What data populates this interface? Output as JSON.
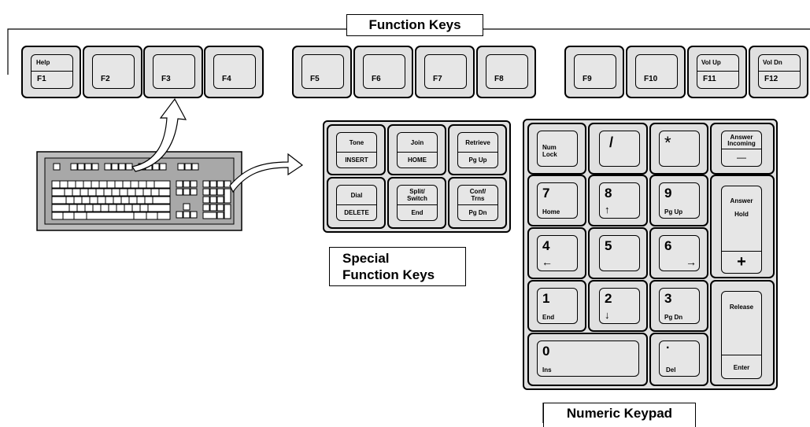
{
  "labels": {
    "function_keys": "Function Keys",
    "special_line1": "Special",
    "special_line2": "Function Keys",
    "numeric_keypad": "Numeric Keypad"
  },
  "function_keys": {
    "f1_top": "Help",
    "f1": "F1",
    "f2": "F2",
    "f3": "F3",
    "f4": "F4",
    "f5": "F5",
    "f6": "F6",
    "f7": "F7",
    "f8": "F8",
    "f9": "F9",
    "f10": "F10",
    "f11_top": "Vol Up",
    "f11": "F11",
    "f12_top": "Vol Dn",
    "f12": "F12"
  },
  "special_keys": {
    "tone": "Tone",
    "insert": "INSERT",
    "join": "Join",
    "home": "HOME",
    "retrieve": "Retrieve",
    "pgup": "Pg Up",
    "dial": "Dial",
    "delete": "DELETE",
    "split1": "Split/",
    "split2": "Switch",
    "end": "End",
    "conf1": "Conf/",
    "conf2": "Trns",
    "pgdn": "Pg Dn"
  },
  "keypad": {
    "numlock1": "Num",
    "numlock2": "Lock",
    "slash": "/",
    "star": "*",
    "answer_incoming1": "Answer",
    "answer_incoming2": "Incoming",
    "minus": "—",
    "k7": "7",
    "home": "Home",
    "k8": "8",
    "up": "↑",
    "k9": "9",
    "pgup": "Pg Up",
    "answer_hold1": "Answer",
    "answer_hold2": "Hold",
    "plus": "+",
    "k4": "4",
    "left": "←",
    "k5": "5",
    "k6": "6",
    "right": "→",
    "k1": "1",
    "end": "End",
    "k2": "2",
    "down": "↓",
    "k3": "3",
    "pgdn": "Pg Dn",
    "release": "Release",
    "enter": "Enter",
    "k0": "0",
    "ins": "Ins",
    "dot": "·",
    "del": "Del"
  }
}
